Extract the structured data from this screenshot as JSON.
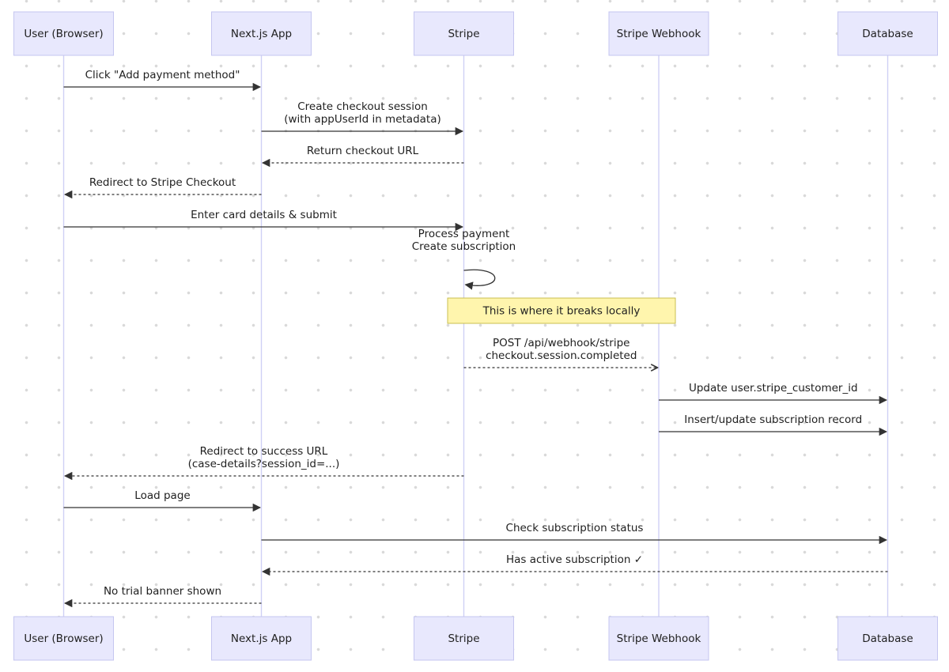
{
  "actors": [
    {
      "id": "user",
      "label": "User (Browser)"
    },
    {
      "id": "next",
      "label": "Next.js App"
    },
    {
      "id": "stripe",
      "label": "Stripe"
    },
    {
      "id": "webhook",
      "label": "Stripe Webhook"
    },
    {
      "id": "db",
      "label": "Database"
    }
  ],
  "messages": [
    {
      "from": "user",
      "to": "next",
      "style": "solid",
      "lines": [
        "Click \"Add payment method\""
      ]
    },
    {
      "from": "next",
      "to": "stripe",
      "style": "solid",
      "lines": [
        "Create checkout session",
        "(with appUserId in metadata)"
      ]
    },
    {
      "from": "stripe",
      "to": "next",
      "style": "dashed",
      "lines": [
        "Return checkout URL"
      ]
    },
    {
      "from": "next",
      "to": "user",
      "style": "dashed",
      "lines": [
        "Redirect to Stripe Checkout"
      ]
    },
    {
      "from": "user",
      "to": "stripe",
      "style": "solid",
      "lines": [
        "Enter card details & submit"
      ]
    },
    {
      "from": "stripe",
      "to": "stripe",
      "style": "solid",
      "lines": [
        "Process payment",
        "Create subscription"
      ]
    },
    {
      "from": "stripe",
      "to": "webhook",
      "style": "dashed-open",
      "lines": [
        "POST /api/webhook/stripe",
        "checkout.session.completed"
      ]
    },
    {
      "from": "webhook",
      "to": "db",
      "style": "solid",
      "lines": [
        "Update user.stripe_customer_id"
      ]
    },
    {
      "from": "webhook",
      "to": "db",
      "style": "solid",
      "lines": [
        "Insert/update subscription record"
      ]
    },
    {
      "from": "stripe",
      "to": "user",
      "style": "dashed",
      "lines": [
        "Redirect to success URL",
        "(case-details?session_id=...)"
      ]
    },
    {
      "from": "user",
      "to": "next",
      "style": "solid",
      "lines": [
        "Load page"
      ]
    },
    {
      "from": "next",
      "to": "db",
      "style": "solid",
      "lines": [
        "Check subscription status"
      ]
    },
    {
      "from": "db",
      "to": "next",
      "style": "dashed",
      "lines": [
        "Has active subscription ✓"
      ]
    },
    {
      "from": "next",
      "to": "user",
      "style": "dashed",
      "lines": [
        "No trial banner shown"
      ]
    }
  ],
  "note": {
    "text": "This is where it breaks locally",
    "over": [
      "stripe",
      "webhook"
    ]
  },
  "colors": {
    "actor_fill": "#e8e8fd",
    "actor_border": "#c5c6f0",
    "lifeline": "#cfd0f5",
    "arrow": "#333333",
    "note_fill": "#fff5ad",
    "note_border": "#c9bf50"
  }
}
